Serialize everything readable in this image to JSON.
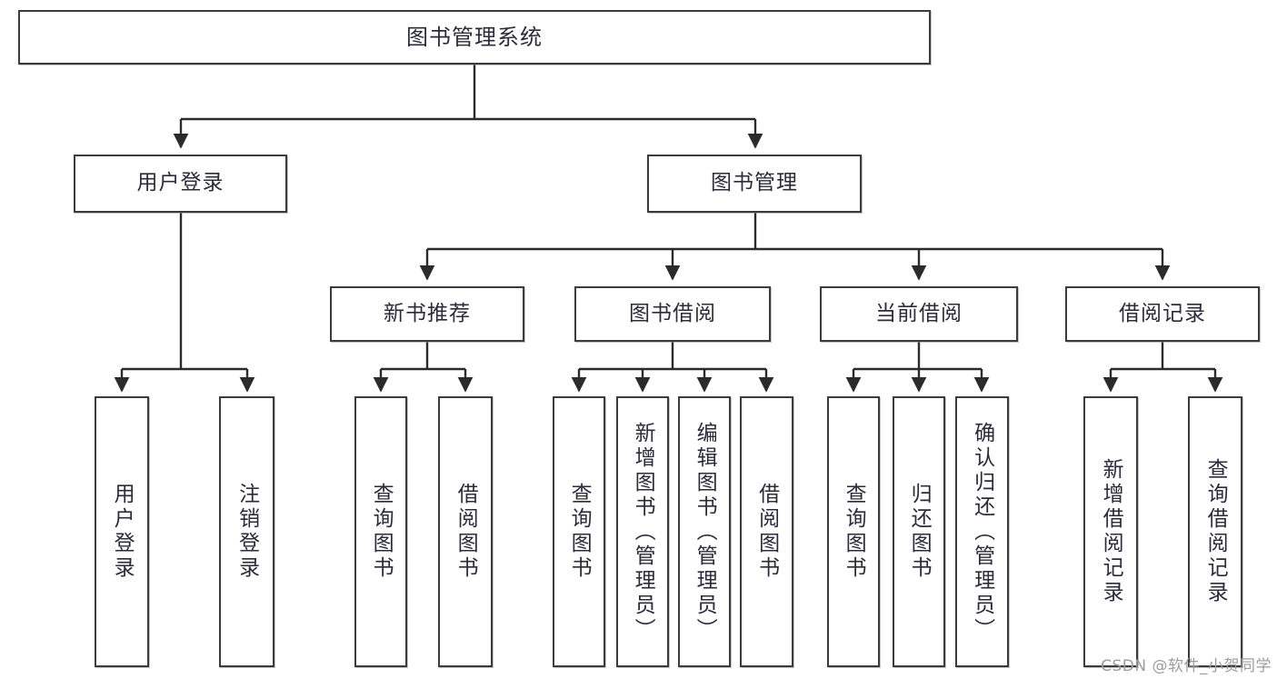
{
  "diagram": {
    "title": "图书管理系统",
    "type": "tree",
    "colors": {
      "box_border": "#3b3b3b",
      "box_fill": "#ffffff",
      "edge": "#2b2b2b",
      "text": "#2b2b3a",
      "watermark": "#9d9d9d"
    },
    "nodes": {
      "root": {
        "label": "图书管理系统"
      },
      "level2": [
        {
          "label": "用户登录"
        },
        {
          "label": "图书管理"
        }
      ],
      "level3": [
        {
          "label": "新书推荐"
        },
        {
          "label": "图书借阅"
        },
        {
          "label": "当前借阅"
        },
        {
          "label": "借阅记录"
        }
      ],
      "leaves_user_login": [
        {
          "label": "用户登录"
        },
        {
          "label": "注销登录"
        }
      ],
      "leaves_new_books": [
        {
          "label": "查询图书"
        },
        {
          "label": "借阅图书"
        }
      ],
      "leaves_borrow": [
        {
          "label": "查询图书"
        },
        {
          "label": "新增图书（管理员）"
        },
        {
          "label": "编辑图书（管理员）"
        },
        {
          "label": "借阅图书"
        }
      ],
      "leaves_current": [
        {
          "label": "查询图书"
        },
        {
          "label": "归还图书"
        },
        {
          "label": "确认归还（管理员）"
        }
      ],
      "leaves_records": [
        {
          "label": "新增借阅记录"
        },
        {
          "label": "查询借阅记录"
        }
      ]
    }
  },
  "watermark": {
    "text": "CSDN @软件_小贺同学"
  }
}
